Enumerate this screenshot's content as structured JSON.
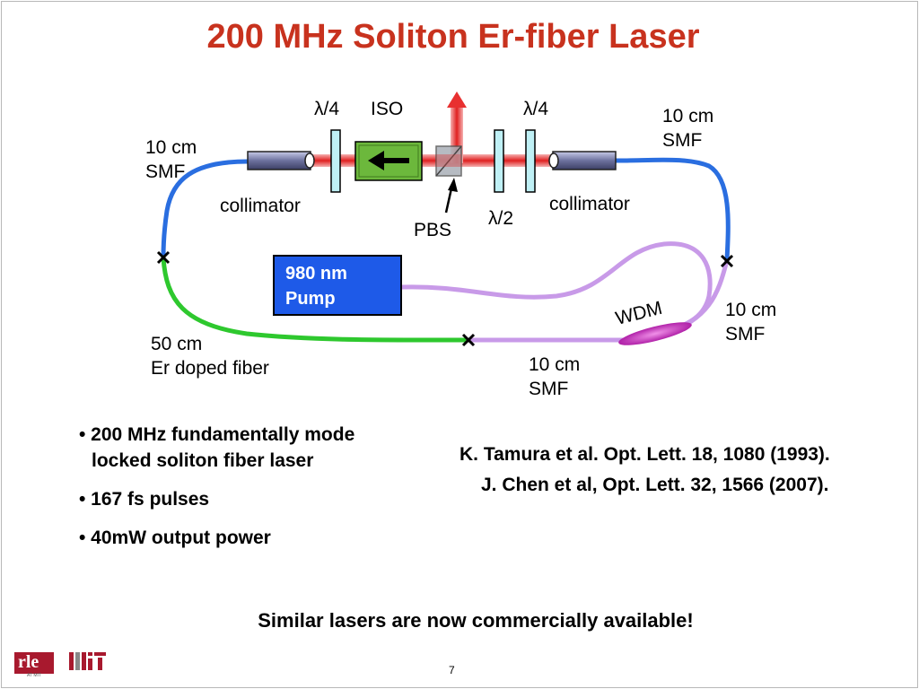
{
  "title": "200 MHz Soliton Er-fiber Laser",
  "diagram": {
    "labels": {
      "qwp_left": "λ/4",
      "iso": "ISO",
      "qwp_right": "λ/4",
      "smf_top_right": [
        "10 cm",
        "SMF"
      ],
      "smf_top_left": [
        "10 cm",
        "SMF"
      ],
      "collimator_left": "collimator",
      "collimator_right": "collimator",
      "pbs": "PBS",
      "hwp": "λ/2",
      "pump": [
        "980 nm",
        "Pump"
      ],
      "wdm": "WDM",
      "smf_right": [
        "10 cm",
        "SMF"
      ],
      "er_fiber": [
        "50 cm",
        "Er doped fiber"
      ],
      "smf_bottom": [
        "10 cm",
        "SMF"
      ]
    },
    "colors": {
      "beam": "#e83030",
      "smf_fiber": "#2a6ee0",
      "er_fiber": "#2ec82e",
      "pump_fiber": "#c89ae8",
      "pump_box": "#1e5ae8",
      "isolator": "#6cb83c",
      "wdm": "#d040c8",
      "waveplate": "#bff0f5",
      "collimator": "#8a8fb8"
    }
  },
  "bullets": [
    [
      "• 200 MHz fundamentally mode",
      "locked soliton fiber laser"
    ],
    [
      "• 167 fs pulses"
    ],
    [
      "• 40mW output power"
    ]
  ],
  "references": [
    "K. Tamura et al. Opt. Lett. 18, 1080 (1993).",
    "J. Chen et al, Opt. Lett. 32, 1566 (2007)."
  ],
  "note": "Similar lasers are now commercially available!",
  "page_number": "7",
  "logos": {
    "rle": "rle",
    "rle_sub": "AT MIT"
  }
}
